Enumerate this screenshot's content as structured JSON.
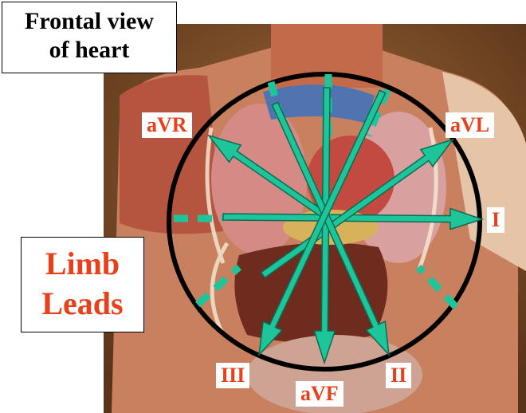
{
  "title": {
    "line1": "Frontal view",
    "line2": "of heart"
  },
  "side_label": {
    "line1": "Limb",
    "line2": "Leads"
  },
  "leads": {
    "avr": "aVR",
    "avl": "aVL",
    "i": "I",
    "ii": "II",
    "iii": "III",
    "avf": "aVF"
  },
  "colors": {
    "arrow": "#1ec59a",
    "arrow_outline": "#0b6b52",
    "label_text": "#e8401a",
    "circle": "#000000"
  }
}
